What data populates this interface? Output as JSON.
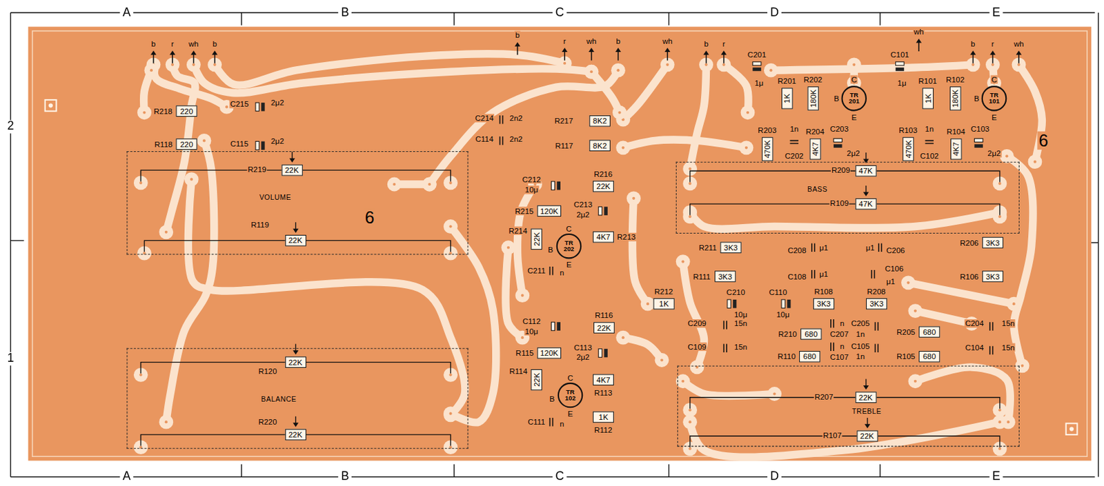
{
  "diagram": {
    "nodes": [
      {
        "text": [
          "VOLUME"
        ]
      },
      {
        "text": [
          "R219",
          "22K"
        ],
        "in": 0
      },
      {
        "text": [
          "R119",
          "22K"
        ],
        "in": 0
      },
      {
        "text": [
          "BALANCE"
        ]
      },
      {
        "text": [
          "R120",
          "22K"
        ],
        "in": 3
      },
      {
        "text": [
          "R220",
          "22K"
        ],
        "in": 3
      },
      {
        "text": [
          "BASS"
        ]
      },
      {
        "text": [
          "R209",
          "47K"
        ],
        "in": 6
      },
      {
        "text": [
          "R109",
          "47K"
        ],
        "in": 6
      },
      {
        "text": [
          "TREBLE"
        ]
      },
      {
        "text": [
          "R207",
          "22K"
        ],
        "in": 9
      },
      {
        "text": [
          "R107",
          "22K"
        ],
        "in": 9
      },
      {
        "text": [
          "R218",
          "220"
        ]
      },
      {
        "text": [
          "R118",
          "220"
        ]
      },
      {
        "text": [
          "R217",
          "8K2"
        ]
      },
      {
        "text": [
          "R117",
          "8K2"
        ]
      },
      {
        "text": [
          "R216",
          "22K"
        ]
      },
      {
        "text": [
          "R215",
          "120K"
        ]
      },
      {
        "text": [
          "R214",
          "22K"
        ]
      },
      {
        "text": [
          "R213",
          "4K7"
        ]
      },
      {
        "text": [
          "R116",
          "22K"
        ]
      },
      {
        "text": [
          "R115",
          "120K"
        ]
      },
      {
        "text": [
          "R114",
          "22K"
        ]
      },
      {
        "text": [
          "R113",
          "4K7"
        ]
      },
      {
        "text": [
          "R112",
          "1K"
        ]
      },
      {
        "text": [
          "R212",
          "1K"
        ]
      },
      {
        "text": [
          "R201",
          "1K"
        ]
      },
      {
        "text": [
          "R202",
          "180K"
        ]
      },
      {
        "text": [
          "R101",
          "1K"
        ]
      },
      {
        "text": [
          "R102",
          "180K"
        ]
      },
      {
        "text": [
          "R203",
          "470K"
        ]
      },
      {
        "text": [
          "R204",
          "4K7"
        ]
      },
      {
        "text": [
          "R103",
          "470K"
        ]
      },
      {
        "text": [
          "R104",
          "4K7"
        ]
      },
      {
        "text": [
          "R211",
          "3K3"
        ]
      },
      {
        "text": [
          "R111",
          "3K3"
        ]
      },
      {
        "text": [
          "R206",
          "3K3"
        ]
      },
      {
        "text": [
          "R106",
          "3K3"
        ]
      },
      {
        "text": [
          "R108",
          "3K3"
        ]
      },
      {
        "text": [
          "R208",
          "3K3"
        ]
      },
      {
        "text": [
          "R210",
          "680"
        ]
      },
      {
        "text": [
          "R110",
          "680"
        ]
      },
      {
        "text": [
          "R205",
          "680"
        ]
      },
      {
        "text": [
          "R105",
          "680"
        ]
      },
      {
        "text": [
          "TR 201"
        ]
      },
      {
        "text": [
          "TR 101"
        ]
      },
      {
        "text": [
          "TR 202"
        ]
      },
      {
        "text": [
          "TR 102"
        ]
      }
    ],
    "labels": [
      "A",
      "B",
      "C",
      "D",
      "E",
      "2",
      "1",
      "A",
      "B",
      "C",
      "D",
      "E",
      "6",
      "6",
      "b",
      "r",
      "wh",
      "b",
      "b",
      "r",
      "wh",
      "b",
      "wh",
      "b",
      "r",
      "wh",
      "b",
      "r",
      "wh",
      "C215",
      "2μ2",
      "C115",
      "2μ2",
      "C214",
      "2n2",
      "C114",
      "2n2",
      "C212",
      "10μ",
      "C213",
      "2μ2",
      "C211",
      "n",
      "C112",
      "10μ",
      "C113",
      "2μ2",
      "C111",
      "n",
      "C201",
      "1μ",
      "C101",
      "1μ",
      "1n",
      "C202",
      "C203",
      "2μ2",
      "1n",
      "C102",
      "C103",
      "2μ2",
      "C208",
      "μ1",
      "μ1",
      "C206",
      "C108",
      "μ1",
      "C106",
      "μ1",
      "C210",
      "10μ",
      "C110",
      "10μ",
      "C209",
      "15n",
      "n",
      "C207",
      "C205",
      "1n",
      "C204",
      "15n",
      "C109",
      "15n",
      "n",
      "C107",
      "C105",
      "1n",
      "C104",
      "15n",
      "C",
      "B",
      "E",
      "C",
      "B",
      "E",
      "C",
      "B",
      "E",
      "C",
      "B",
      "E"
    ]
  }
}
